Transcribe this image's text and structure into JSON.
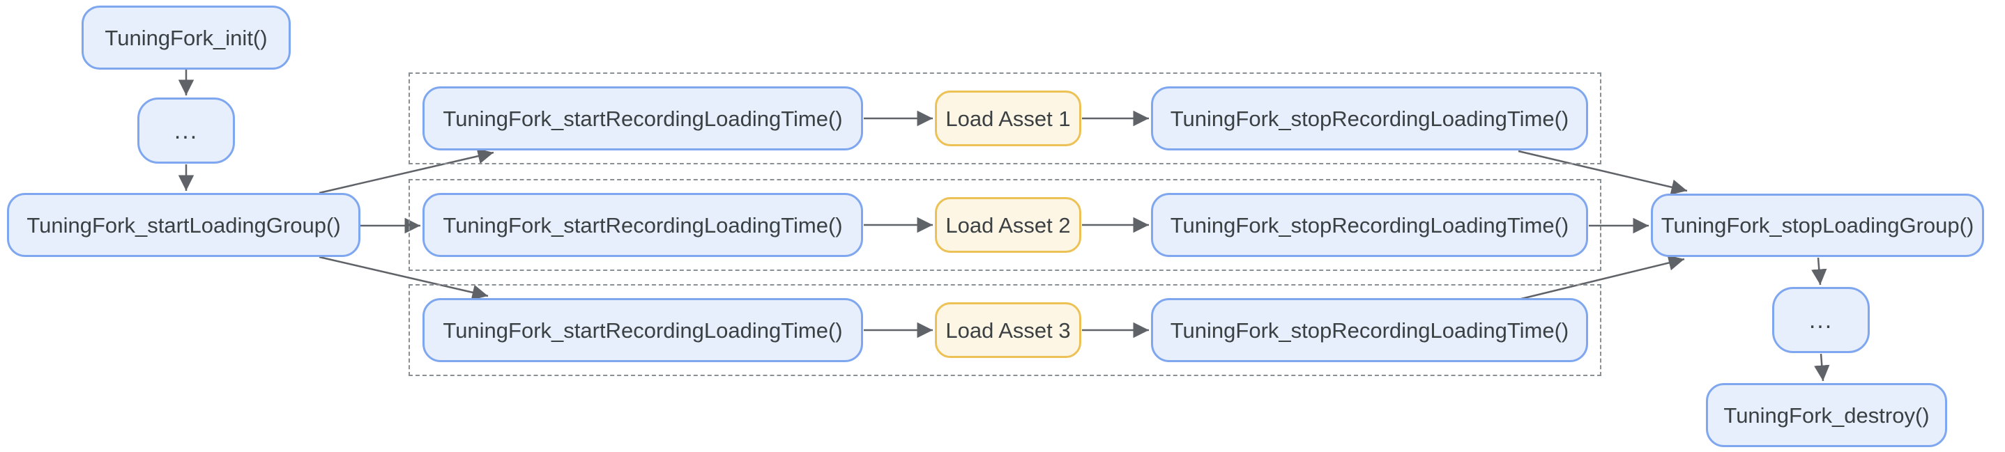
{
  "diagram": {
    "title_hint": "TuningFork loading group flowchart",
    "colors": {
      "node_fill": "#e7eefc",
      "node_border": "#7fa7f0",
      "asset_fill": "#fdf6e4",
      "asset_border": "#ecc156",
      "group_border": "#8a8f94",
      "arrow": "#5f6368",
      "text": "#3b4043",
      "background": "#ffffff"
    }
  },
  "nodes": {
    "init": {
      "label": "TuningFork_init()"
    },
    "dots_left": {
      "label": "..."
    },
    "start_group": {
      "label": "TuningFork_startLoadingGroup()"
    },
    "stop_group": {
      "label": "TuningFork_stopLoadingGroup()"
    },
    "dots_right": {
      "label": "..."
    },
    "destroy": {
      "label": "TuningFork_destroy()"
    }
  },
  "rows": [
    {
      "start_label": "TuningFork_startRecordingLoadingTime()",
      "asset_label": "Load Asset 1",
      "stop_label": "TuningFork_stopRecordingLoadingTime()"
    },
    {
      "start_label": "TuningFork_startRecordingLoadingTime()",
      "asset_label": "Load Asset 2",
      "stop_label": "TuningFork_stopRecordingLoadingTime()"
    },
    {
      "start_label": "TuningFork_startRecordingLoadingTime()",
      "asset_label": "Load Asset 3",
      "stop_label": "TuningFork_stopRecordingLoadingTime()"
    }
  ]
}
